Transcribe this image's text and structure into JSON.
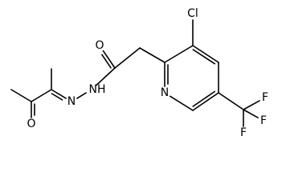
{
  "molecule": {
    "atoms": [
      {
        "id": "me1",
        "element": "C",
        "label": ""
      },
      {
        "id": "c_ket",
        "element": "C",
        "label": ""
      },
      {
        "id": "o_ket",
        "element": "O",
        "label": "O"
      },
      {
        "id": "c_hz",
        "element": "C",
        "label": ""
      },
      {
        "id": "me2",
        "element": "C",
        "label": ""
      },
      {
        "id": "n_im",
        "element": "N",
        "label": "N"
      },
      {
        "id": "n_h",
        "element": "N",
        "label": "NH"
      },
      {
        "id": "c_am",
        "element": "C",
        "label": ""
      },
      {
        "id": "o_am",
        "element": "O",
        "label": "O"
      },
      {
        "id": "ch2",
        "element": "C",
        "label": ""
      },
      {
        "id": "py_c2",
        "element": "C",
        "label": ""
      },
      {
        "id": "py_c3",
        "element": "C",
        "label": ""
      },
      {
        "id": "cl",
        "element": "Cl",
        "label": "Cl"
      },
      {
        "id": "py_c4",
        "element": "C",
        "label": ""
      },
      {
        "id": "py_c5",
        "element": "C",
        "label": ""
      },
      {
        "id": "py_c6",
        "element": "C",
        "label": ""
      },
      {
        "id": "py_n1",
        "element": "N",
        "label": "N"
      },
      {
        "id": "cf3_c",
        "element": "C",
        "label": ""
      },
      {
        "id": "f1",
        "element": "F",
        "label": "F"
      },
      {
        "id": "f2",
        "element": "F",
        "label": "F"
      },
      {
        "id": "f3",
        "element": "F",
        "label": "F"
      }
    ],
    "bonds": [
      {
        "a": "me1",
        "b": "c_ket",
        "order": 1
      },
      {
        "a": "c_ket",
        "b": "o_ket",
        "order": 2
      },
      {
        "a": "c_ket",
        "b": "c_hz",
        "order": 1
      },
      {
        "a": "c_hz",
        "b": "me2",
        "order": 1
      },
      {
        "a": "c_hz",
        "b": "n_im",
        "order": 2
      },
      {
        "a": "n_im",
        "b": "n_h",
        "order": 1
      },
      {
        "a": "n_h",
        "b": "c_am",
        "order": 1
      },
      {
        "a": "c_am",
        "b": "o_am",
        "order": 2
      },
      {
        "a": "c_am",
        "b": "ch2",
        "order": 1
      },
      {
        "a": "ch2",
        "b": "py_c2",
        "order": 1
      },
      {
        "a": "py_c2",
        "b": "py_c3",
        "order": 1
      },
      {
        "a": "py_c3",
        "b": "py_c4",
        "order": 2
      },
      {
        "a": "py_c4",
        "b": "py_c5",
        "order": 1
      },
      {
        "a": "py_c5",
        "b": "py_c6",
        "order": 2
      },
      {
        "a": "py_c6",
        "b": "py_n1",
        "order": 1
      },
      {
        "a": "py_n1",
        "b": "py_c2",
        "order": 2
      },
      {
        "a": "py_c3",
        "b": "cl",
        "order": 1
      },
      {
        "a": "py_c5",
        "b": "cf3_c",
        "order": 1
      },
      {
        "a": "cf3_c",
        "b": "f1",
        "order": 1
      },
      {
        "a": "cf3_c",
        "b": "f2",
        "order": 1
      },
      {
        "a": "cf3_c",
        "b": "f3",
        "order": 1
      }
    ]
  }
}
